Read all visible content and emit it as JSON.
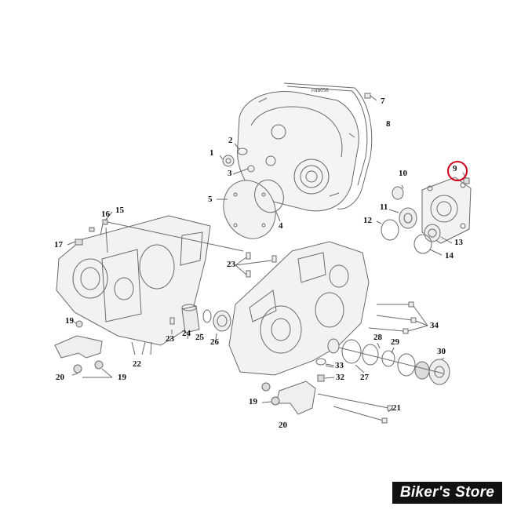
{
  "diagram": {
    "ref_code": "rom058",
    "highlighted_part": "9",
    "highlight_color": "#d0021b",
    "line_color": "#6a6a6a",
    "callouts": [
      "1",
      "2",
      "3",
      "4",
      "5",
      "7",
      "8",
      "9",
      "10",
      "11",
      "12",
      "13",
      "14",
      "15",
      "16",
      "17",
      "19",
      "19",
      "19",
      "20",
      "20",
      "21",
      "22",
      "23",
      "23",
      "24",
      "25",
      "26",
      "27",
      "28",
      "29",
      "30",
      "32",
      "33",
      "34"
    ]
  },
  "brand": {
    "label": "Biker's Store",
    "background": "#111111",
    "text_color": "#ffffff"
  }
}
